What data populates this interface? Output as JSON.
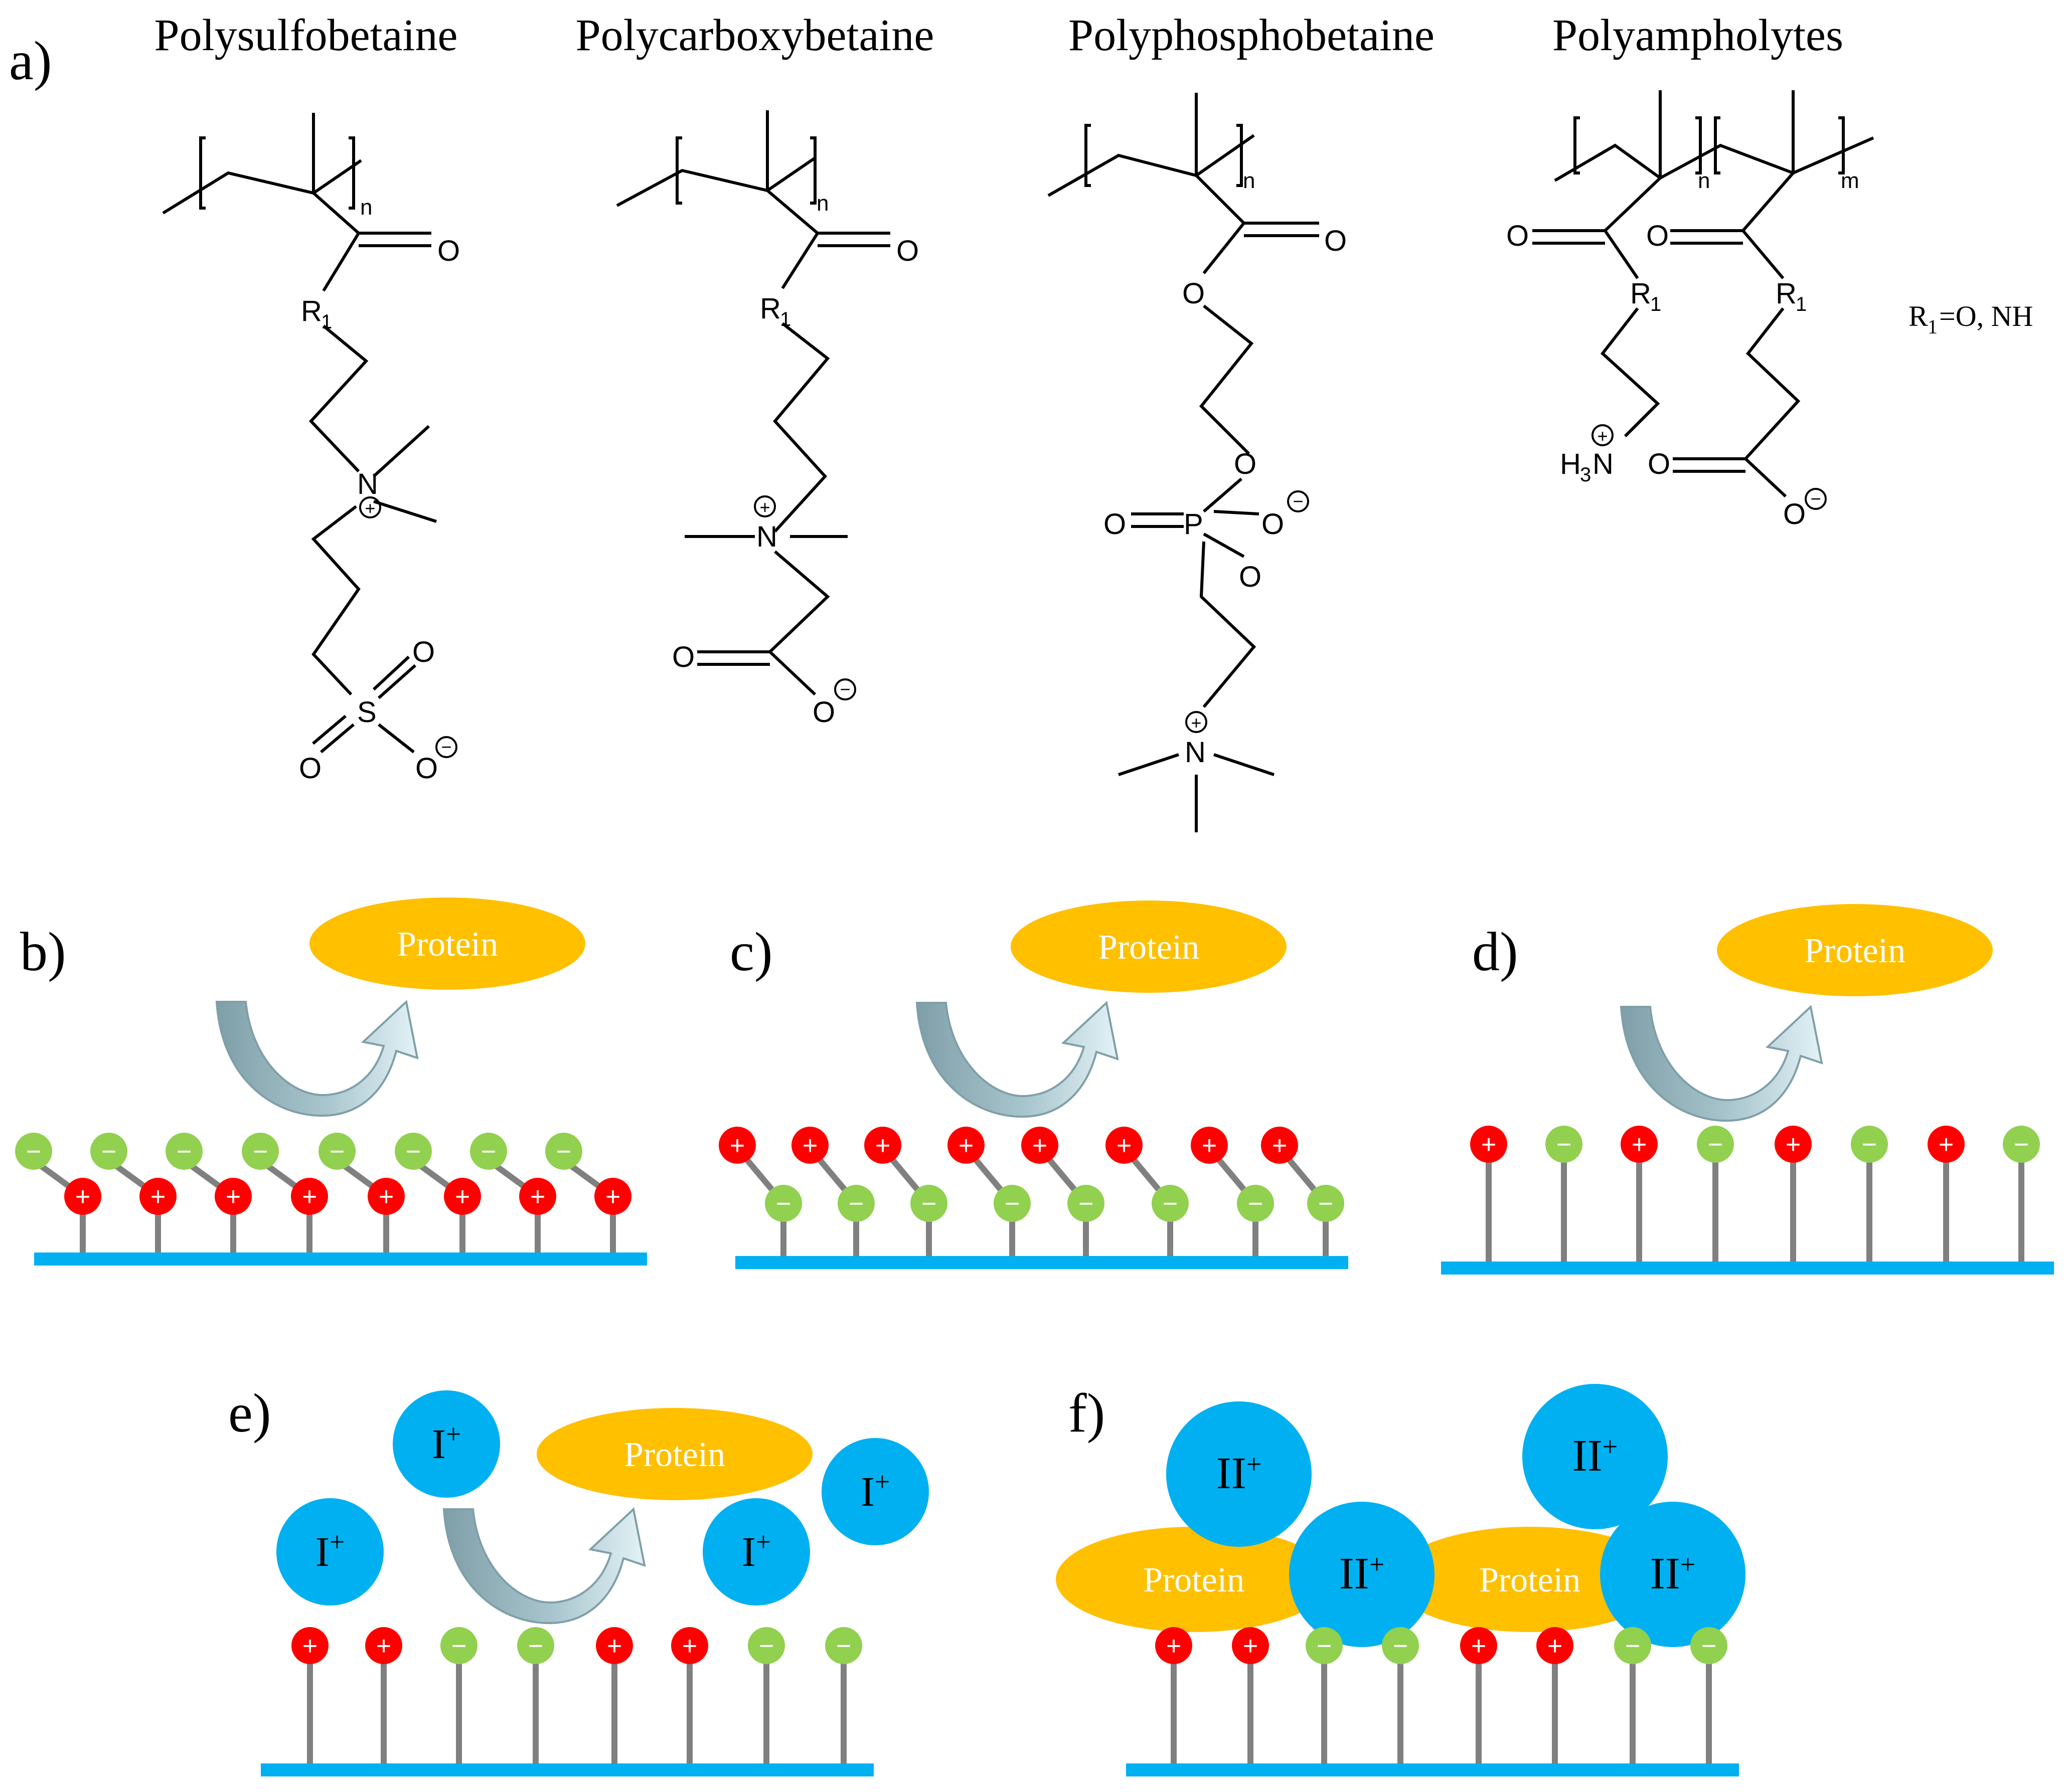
{
  "panel_labels": {
    "a": "a)",
    "b": "b)",
    "c": "c)",
    "d": "d)",
    "e": "e)",
    "f": "f)"
  },
  "structures": {
    "titles": {
      "sulfo": "Polysulfobetaine",
      "carboxy": "Polycarboxybetaine",
      "phospho": "Polyphosphobetaine",
      "ampho": "Polyampholytes"
    },
    "atoms": {
      "O": "O",
      "N": "N",
      "S": "S",
      "P": "P",
      "R": "R",
      "sub1": "1",
      "n": "n",
      "m": "m",
      "H3N_H": "H",
      "H3N_3": "3",
      "H3N_N": "N"
    },
    "charges": {
      "plus": "+",
      "minus": "−"
    },
    "r1_note": {
      "R": "R",
      "sub": "1",
      "rest": "=O, NH"
    }
  },
  "schemes": {
    "protein_label": "Protein",
    "ion_one": {
      "base": "I",
      "sup": "+"
    },
    "ion_two": {
      "base": "II",
      "sup": "+"
    },
    "plus": "+",
    "minus": "−"
  },
  "colors": {
    "substrate": "#00B0F0",
    "positive": "#FF0000",
    "negative": "#92D050",
    "protein": "#FFC000",
    "ion": "#00B0F0",
    "stem": "#808080",
    "bond": "#000000",
    "arrow_dark": "#7F9FA8",
    "arrow_light": "#D5EBF1"
  }
}
